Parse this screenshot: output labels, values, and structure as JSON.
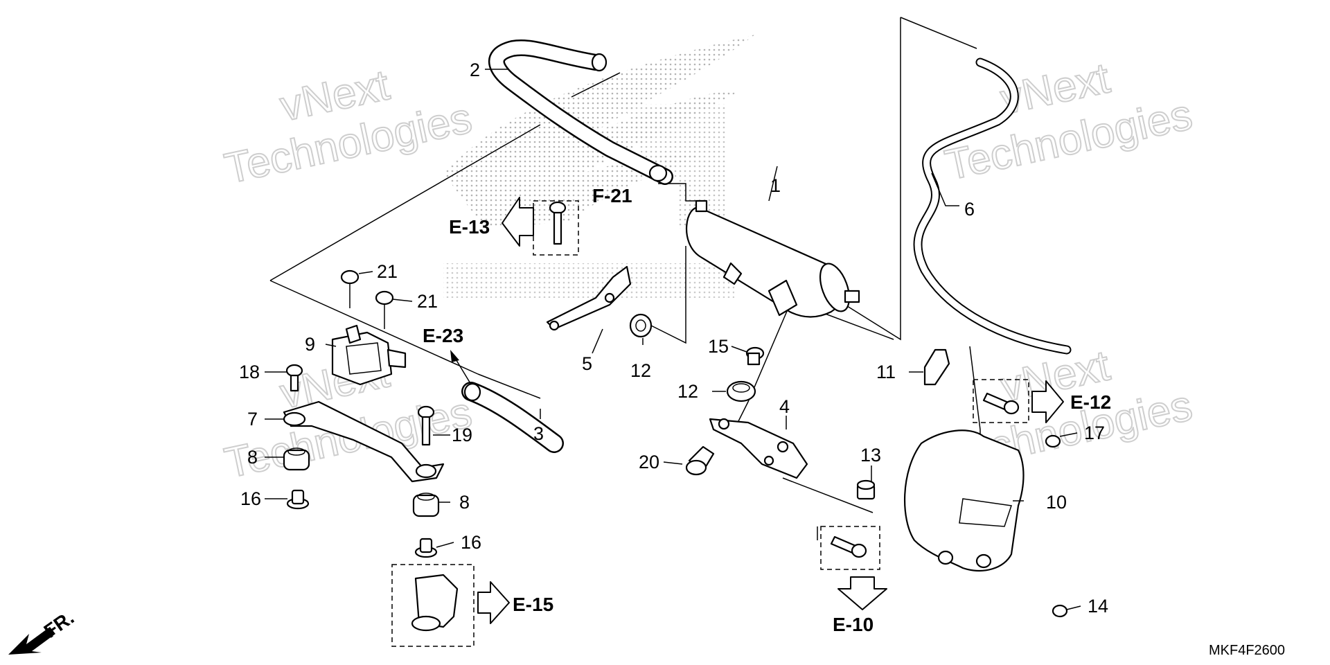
{
  "callouts": {
    "c1": "1",
    "c2": "2",
    "c3": "3",
    "c4": "4",
    "c5": "5",
    "c6": "6",
    "c7": "7",
    "c8a": "8",
    "c8b": "8",
    "c9": "9",
    "c10": "10",
    "c11": "11",
    "c12a": "12",
    "c12b": "12",
    "c13": "13",
    "c14": "14",
    "c15": "15",
    "c16a": "16",
    "c16b": "16",
    "c17": "17",
    "c18": "18",
    "c19": "19",
    "c20": "20",
    "c21a": "21",
    "c21b": "21"
  },
  "references": {
    "e10": "E-10",
    "e12": "E-12",
    "e13": "E-13",
    "e15": "E-15",
    "e23": "E-23",
    "f21": "F-21"
  },
  "watermark": {
    "line1": "vNext",
    "line2": "Technologies"
  },
  "direction_label": "FR.",
  "diagram_code": "MKF4F2600",
  "colors": {
    "ink": "#000000",
    "watermark_outline": "#c9c9c9",
    "logo_dots": "#9a9a9a"
  },
  "icons": [
    "front-direction-arrow-icon",
    "reference-arrow-icon",
    "honda-wing-logo"
  ]
}
